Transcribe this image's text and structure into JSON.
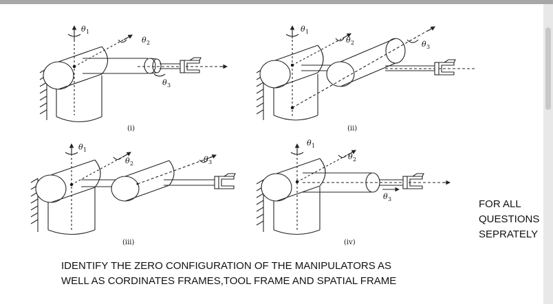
{
  "panels": [
    {
      "caption": "(i)",
      "joint_labels": [
        "1",
        "2",
        "3"
      ]
    },
    {
      "caption": "(ii)",
      "joint_labels": [
        "1",
        "2",
        "3"
      ]
    },
    {
      "caption": "(iii)",
      "joint_labels": [
        "1",
        "2",
        "3"
      ]
    },
    {
      "caption": "(iv)",
      "joint_labels": [
        "1",
        "2",
        "3"
      ]
    }
  ],
  "joint_symbol": "θ",
  "side_note": [
    "FOR ALL",
    "QUESTIONS",
    "SEPRATELY"
  ],
  "instruction": [
    "IDENTIFY THE ZERO CONFIGURATION OF THE MANIPULATORS AS",
    "WELL AS CORDINATES FRAMES,TOOL FRAME AND SPATIAL FRAME"
  ]
}
